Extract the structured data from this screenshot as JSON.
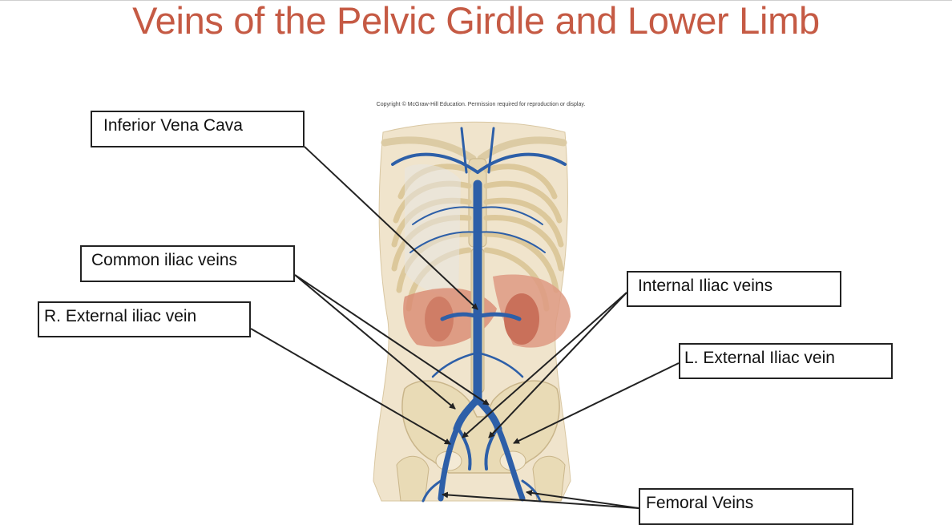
{
  "slide": {
    "title": "Veins of the Pelvic Girdle and Lower Limb",
    "copyright": "Copyright © McGraw-Hill Education. Permission required for reproduction or display."
  },
  "labels": {
    "inferior_vena_cava": "Inferior Vena Cava",
    "common_iliac_veins": "Common iliac veins",
    "r_external_iliac_vein": "R. External iliac vein",
    "internal_iliac_veins": "Internal Iliac veins",
    "l_external_iliac_vein": "L. External Iliac vein",
    "femoral_veins": "Femoral Veins"
  },
  "colors": {
    "title": "#c55a44",
    "vein": "#2d5fa8",
    "bone": "#eadfbf",
    "skin": "#f0e4cc",
    "organ": "#d98a72",
    "leader_line": "#222222"
  }
}
